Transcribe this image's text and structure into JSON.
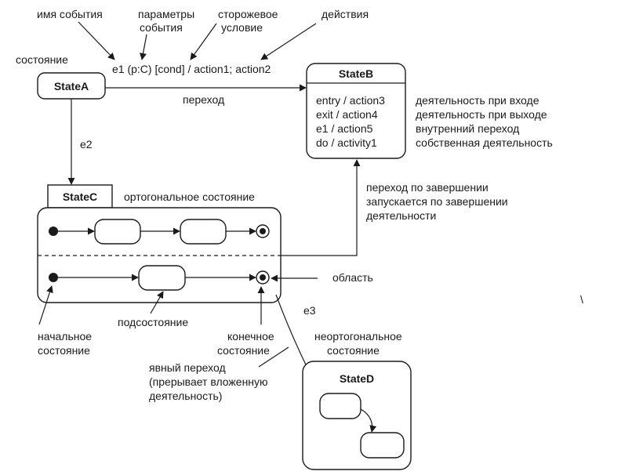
{
  "annotations": {
    "event_name": "имя события",
    "event_params_1": "параметры",
    "event_params_2": "события",
    "guard_1": "сторожевое",
    "guard_2": "условие",
    "actions": "действия",
    "state": "состояние",
    "transition": "переход",
    "entry_activity": "деятельность при входе",
    "exit_activity": "деятельность при выходе",
    "internal_transition": "внутренний переход",
    "own_activity": "собственная деятельность",
    "orthogonal_state": "ортогональное состояние",
    "completion_1": "переход по завершении",
    "completion_2": "запускается по завершении",
    "completion_3": "деятельности",
    "region": "область",
    "substate": "подсостояние",
    "initial_1": "начальное",
    "initial_2": "состояние",
    "final_1": "конечное",
    "final_2": "состояние",
    "explicit_1": "явный переход",
    "explicit_2": "(прерывает вложенную",
    "explicit_3": "деятельность)",
    "nonortho_1": "неортогональное",
    "nonortho_2": "состояние"
  },
  "transition_label": "e1 (p:C) [cond] / action1; action2",
  "states": {
    "a": "StateA",
    "b": "StateB",
    "c": "StateC",
    "d": "StateD"
  },
  "state_b_internal": [
    "entry / action3",
    "exit / action4",
    "e1 / action5",
    "do / activity1"
  ],
  "events": {
    "e2": "e2",
    "e3": "e3"
  },
  "stray_mark": "\\"
}
